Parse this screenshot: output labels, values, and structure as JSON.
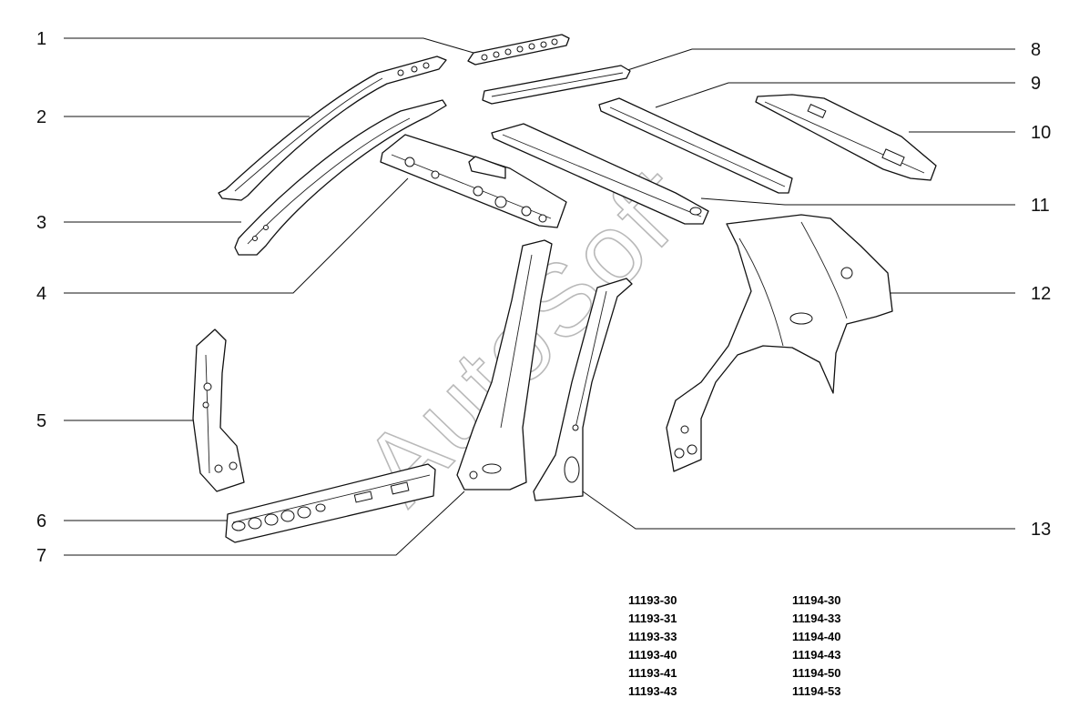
{
  "diagram": {
    "watermark": "AutoSoft",
    "callouts": [
      "1",
      "2",
      "3",
      "4",
      "5",
      "6",
      "7",
      "8",
      "9",
      "10",
      "11",
      "12",
      "13"
    ],
    "model_codes": {
      "left": [
        "11193-30",
        "11193-31",
        "11193-33",
        "11193-40",
        "11193-41",
        "11193-43"
      ],
      "right": [
        "11194-30",
        "11194-33",
        "11194-40",
        "11194-43",
        "11194-50",
        "11194-53"
      ]
    }
  }
}
